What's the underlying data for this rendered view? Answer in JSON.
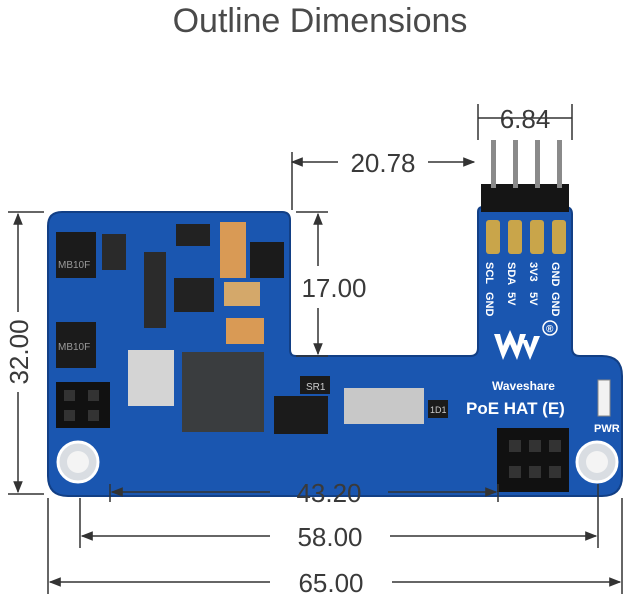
{
  "title": "Outline Dimensions",
  "dimensions": {
    "header_pitch": "6.84",
    "header_offset": "20.78",
    "height_total": "32.00",
    "height_top_section": "17.00",
    "hole_spacing_inner": "43.20",
    "hole_spacing": "58.00",
    "width_total": "65.00"
  },
  "board": {
    "brand": "Waveshare",
    "product": "PoE HAT (E)",
    "registered_mark": "®",
    "pwr_label": "PWR",
    "ic_label_1": "MB10F",
    "ic_label_2": "MB10F",
    "coil_label": "SR1",
    "resistor_label": "1D1",
    "pin_labels_top": [
      "SCL",
      "SDA",
      "3V3",
      "GND"
    ],
    "pin_labels_bottom": [
      "GND",
      "5V",
      "5V",
      "GND"
    ],
    "pcb_color": "#1a56b0",
    "silk_color": "#ffffff"
  }
}
